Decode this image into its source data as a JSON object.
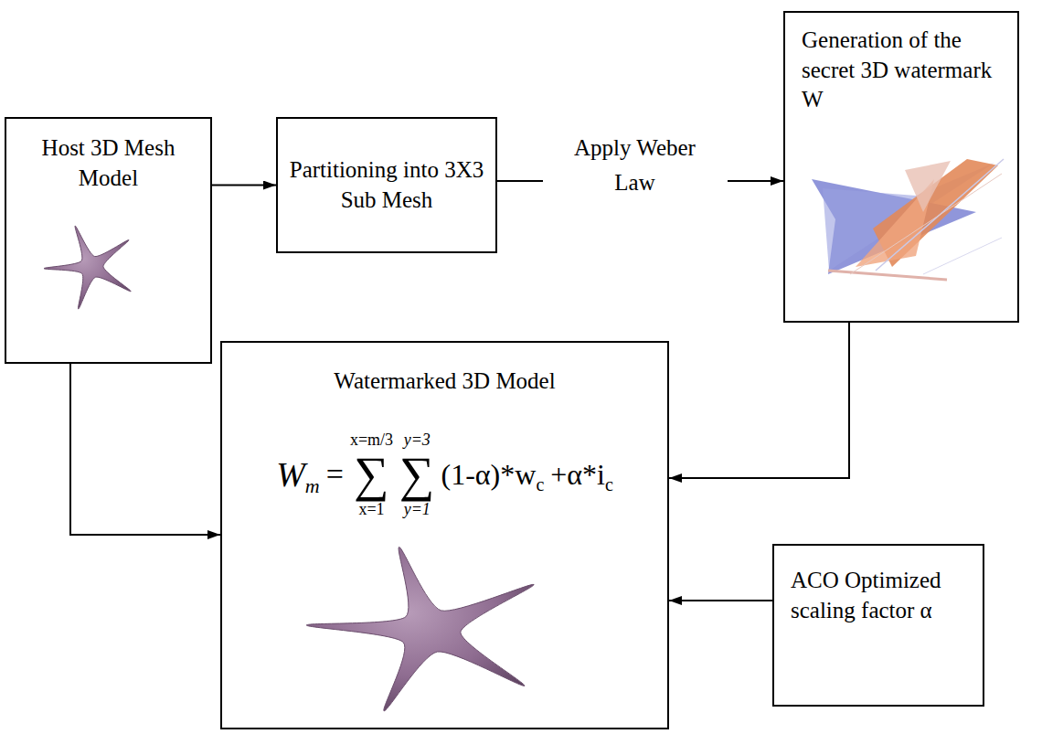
{
  "diagram": {
    "nodes": [
      {
        "text": [
          "Host 3D Mesh Model"
        ]
      },
      {
        "text": [
          "Partitioning into 3X3 Sub Mesh"
        ]
      },
      {
        "text": [
          "Generation of the secret 3D watermark W"
        ]
      },
      {
        "text": [
          "Watermarked 3D Model",
          "W",
          "m",
          "=",
          "x=m/3",
          "∑",
          "x=1",
          "y=3",
          "∑",
          "y=1",
          "(1-α)*w",
          "c",
          "+α*i",
          "c"
        ]
      },
      {
        "text": [
          "ACO Optimized scaling factor α"
        ]
      }
    ],
    "edges": [
      {
        "from": 0,
        "to": 1,
        "arrow": "to"
      },
      {
        "from": 1,
        "to": 2,
        "label": "Apply Weber Law",
        "arrow": "to"
      },
      {
        "from": 2,
        "to": 3,
        "arrow": "to"
      },
      {
        "from": 0,
        "to": 3,
        "arrow": "to"
      },
      {
        "from": 4,
        "to": 3,
        "arrow": "to"
      }
    ]
  }
}
